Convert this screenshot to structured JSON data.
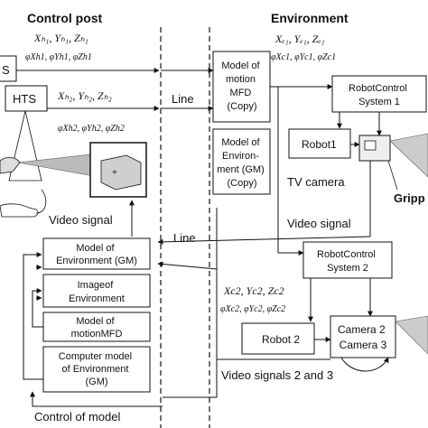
{
  "headers": {
    "control_post": "Control post",
    "environment": "Environment"
  },
  "coords": {
    "h1": "Xₕ₁, Yₕ₁, Zₕ₁",
    "h1_ang": "φXh1, φYh1, φZh1",
    "h2": "Xₕ₂, Yₕ₂, Zₕ₂",
    "h2_ang": "φXh2, φYh2, φZh2",
    "c1": "Xₑ₁, Yₑ₁, Zₑ₁",
    "c1_ang": "φXc1, φYc1, φZc1",
    "c2": "Xc2, Yc2, Zc2",
    "c2_ang": "φXc2, φYc2, φZc2"
  },
  "boxes": {
    "s_partial": "S",
    "hts": "HTS",
    "model_motion_copy": [
      "Model of",
      "motion",
      "MFD",
      "(Copy)"
    ],
    "model_env_copy": [
      "Model of",
      "Environ-",
      "ment (GM)",
      "(Copy)"
    ],
    "rc1": [
      "RobotControl",
      "System 1"
    ],
    "robot1": "Robot1",
    "rc2": [
      "RobotControl",
      "System 2"
    ],
    "robot2": "Robot 2",
    "camera23": [
      "Camera 2",
      "Camera 3"
    ],
    "model_env_gm": [
      "Model of",
      "Environment (GM)"
    ],
    "image_env": [
      "Imageof",
      "Environment"
    ],
    "model_motion_mfd": [
      "Model of",
      "motionMFD"
    ],
    "computer_model": [
      "Computer model",
      "of Environment",
      "(GM)"
    ]
  },
  "labels": {
    "line_top": "Line",
    "line_mid": "Line",
    "tv_camera": "TV camera",
    "gripper": "Gripp",
    "video_signal_left": "Video signal",
    "video_signal_right": "Video signal",
    "video_signals_23": "Video signals 2 and 3",
    "control_of_model": "Control of model"
  }
}
